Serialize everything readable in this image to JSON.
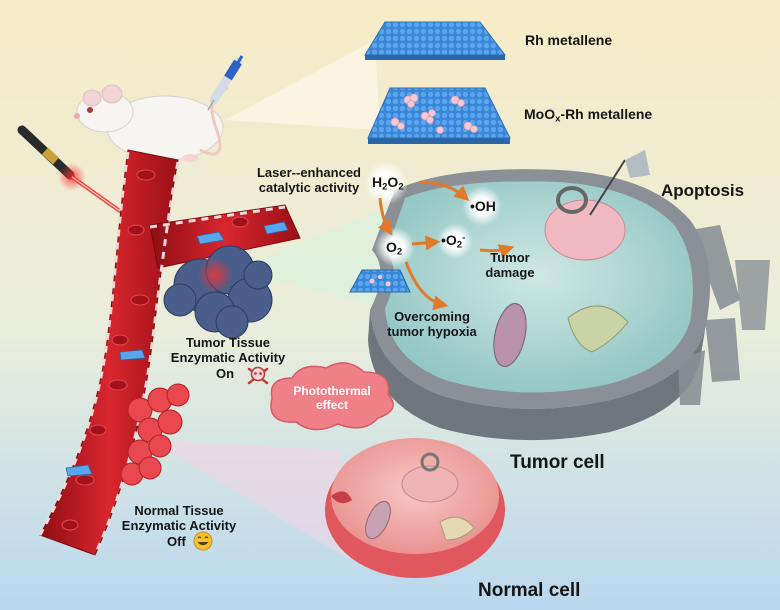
{
  "labels": {
    "rh_metallene": "Rh metallene",
    "moox_prefix": "MoO",
    "moox_sub": "x",
    "moox_suffix": "-Rh metallene",
    "laser_line1": "Laser--enhanced",
    "laser_line2": "catalytic activity",
    "h2o2_h": "H",
    "h2o2_2a": "2",
    "h2o2_o": "O",
    "h2o2_2b": "2",
    "oh_radical": "•OH",
    "o2_o": "O",
    "o2_sub": "2",
    "superoxide_base": "•O",
    "superoxide_sub": "2",
    "superoxide_sup": "-",
    "tumor_damage_line1": "Tumor",
    "tumor_damage_line2": "damage",
    "hypoxia_line1": "Overcoming",
    "hypoxia_line2": "tumor hypoxia",
    "apoptosis": "Apoptosis",
    "tumor_tissue_line1": "Tumor Tissue",
    "tumor_tissue_line2": "Enzymatic Activity",
    "tumor_tissue_line3": "On",
    "photothermal_line1": "Photothermal",
    "photothermal_line2": "effect",
    "tumor_cell": "Tumor cell",
    "normal_tissue_line1": "Normal Tissue",
    "normal_tissue_line2": "Enzymatic Activity",
    "normal_tissue_line3": "Off",
    "normal_cell": "Normal cell"
  },
  "icons": {
    "tumor_on": "skull-crossbones-icon",
    "normal_off": "smiling-face-icon"
  },
  "colors": {
    "background_top": "#f6ecc8",
    "background_bottom": "#bcd9ec",
    "vessel": "#c81c24",
    "metallene": "#3a86d6",
    "tumor_cell": "#8a9096",
    "cytoplasm": "#a9d3d0",
    "normal_cell": "#e45c62",
    "photothermal_cloud": "#f08088",
    "laser": "#ff2020",
    "arrow": "#e07a2a"
  }
}
